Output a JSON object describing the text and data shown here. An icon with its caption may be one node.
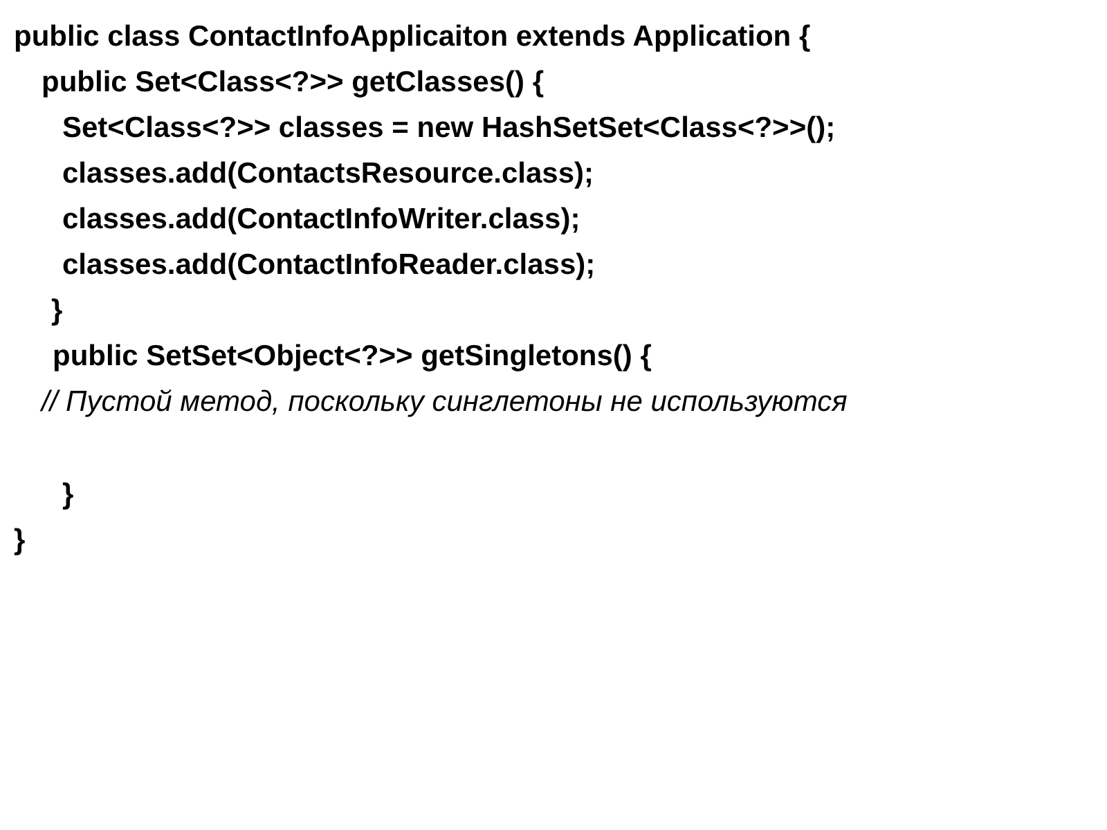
{
  "diagram": {
    "labels": [
      "public class ContactInfoApplicaiton extends Application {",
      "public Set<Class<?>> getClasses() {",
      "Set<Class<?>> classes = new HashSetSet<Class<?>>();",
      "classes.add(ContactsResource.class);",
      "classes.add(ContactInfoWriter.class);",
      "classes.add(ContactInfoReader.class);",
      "}",
      "public SetSet<Object<?>> getSingletons() {",
      "// Пустой метод, поскольку синглетоны не используются",
      "}",
      "}"
    ]
  }
}
